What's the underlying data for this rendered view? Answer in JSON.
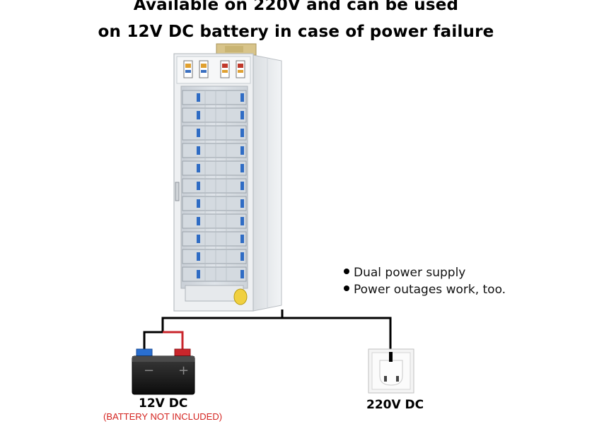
{
  "headline": {
    "line1": "Available on 220V and can be used",
    "line2": "on 12V DC battery in case of power failure"
  },
  "features": [
    "Dual power supply",
    "Power outages work, too."
  ],
  "battery": {
    "label": "12V DC",
    "note": "(BATTERY NOT INCLUDED)",
    "minus_sign": "−",
    "plus_sign": "+"
  },
  "outlet": {
    "label": "220V DC"
  },
  "colors": {
    "note_red": "#d4231f",
    "wire_red": "#c9252b",
    "terminal_blue": "#2a6fd0",
    "cabinet": "#e8ebee"
  },
  "icons": {
    "cabinet": "incubator-cabinet-illustration",
    "battery": "battery-icon",
    "outlet": "wall-socket-icon"
  }
}
